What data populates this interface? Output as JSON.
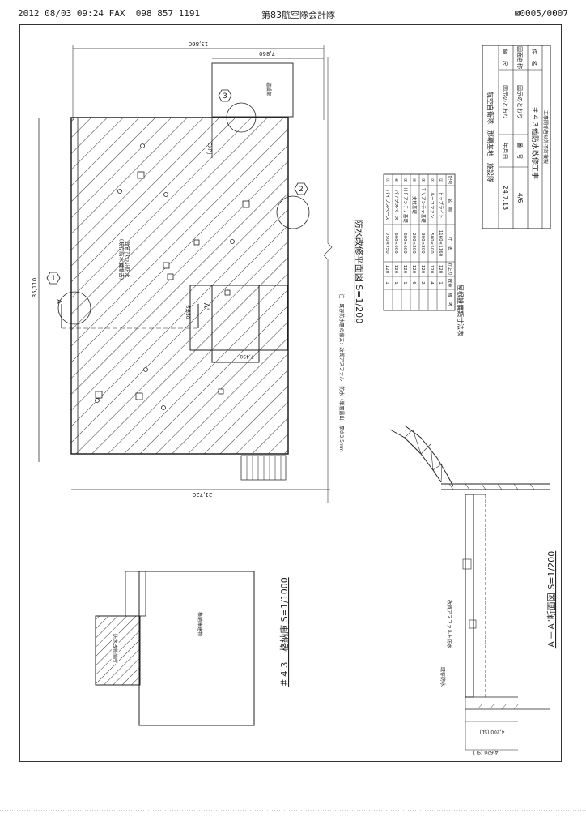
{
  "fax_header": {
    "datetime": "2012 08/03 09:24 FAX",
    "fax_number": "098 857 1191",
    "sender": "第83航空隊会計隊",
    "page": "0005/0007"
  },
  "plan": {
    "title": "防水改修平面図",
    "scale": "S=1/200",
    "dims": {
      "top_total": "13,860",
      "top_annex": "7,860",
      "left_total": "35,110",
      "bottom_total": "21,720",
      "inner_w": "7,450",
      "inner_h": "6,850"
    },
    "annex_label": "増設部",
    "exp_label": "EXP.J",
    "section_marker": "A",
    "section_marker_prime": "A'",
    "callouts": [
      "1",
      "2",
      "3"
    ],
    "roof_label_1": "改質ｱｽﾌｧﾙﾄ防水",
    "roof_label_2": "(既存防水層撤去)",
    "note": "注　既存防水層の撤去：改質アスファルト防水（単層露出）厚さ3.5mm"
  },
  "table": {
    "title": "屋根設備類寸法表",
    "headers": [
      "記号",
      "名　称",
      "寸　法",
      "立上り",
      "数量",
      "備　考"
    ],
    "rows": [
      [
        "①",
        "トップライト",
        "1160×1160",
        "120",
        "1",
        ""
      ],
      [
        "②",
        "ルーフファン",
        "500×500",
        "120",
        "4",
        ""
      ],
      [
        "③",
        "ＴＶアンテナ基礎",
        "300×300",
        "120",
        "2",
        ""
      ],
      [
        "④",
        "支柱基礎",
        "200×200",
        "120",
        "6",
        ""
      ],
      [
        "⑤",
        "ＨＦアンテナ基礎",
        "600×600",
        "120",
        "1",
        ""
      ],
      [
        "⑥",
        "パイプスペース",
        "600×600",
        "120",
        "1",
        ""
      ],
      [
        "⑦",
        "パイプスペース",
        "750×750",
        "120",
        "1",
        ""
      ]
    ]
  },
  "title_block": {
    "header": "工事関係者以外不許複製",
    "rows": [
      {
        "label": "件　名",
        "value": "＃４３他防水改修工事",
        "extra_label": "",
        "extra": ""
      },
      {
        "label": "図面名称",
        "value": "図示のとおり",
        "extra_label": "番　号",
        "extra": "4/6"
      },
      {
        "label": "縮　尺",
        "value": "図示のとおり",
        "extra_label": "年月日",
        "extra": "24.7.13"
      }
    ],
    "org": "航空自衛隊　那覇基地　施設隊"
  },
  "key_plan": {
    "title": "＃４３　格納庫",
    "scale": "S=1/1000",
    "hatched_label": "防水改修箇所",
    "bldg_label": "格納庫建物"
  },
  "section": {
    "title": "Ａ－Ａ'断面図",
    "scale": "S=1/200",
    "label_a": "改質アスファルト防水",
    "label_b": "既存防水",
    "dim_1": "4,620 (SL)",
    "dim_2": "4,200 (SL)"
  }
}
